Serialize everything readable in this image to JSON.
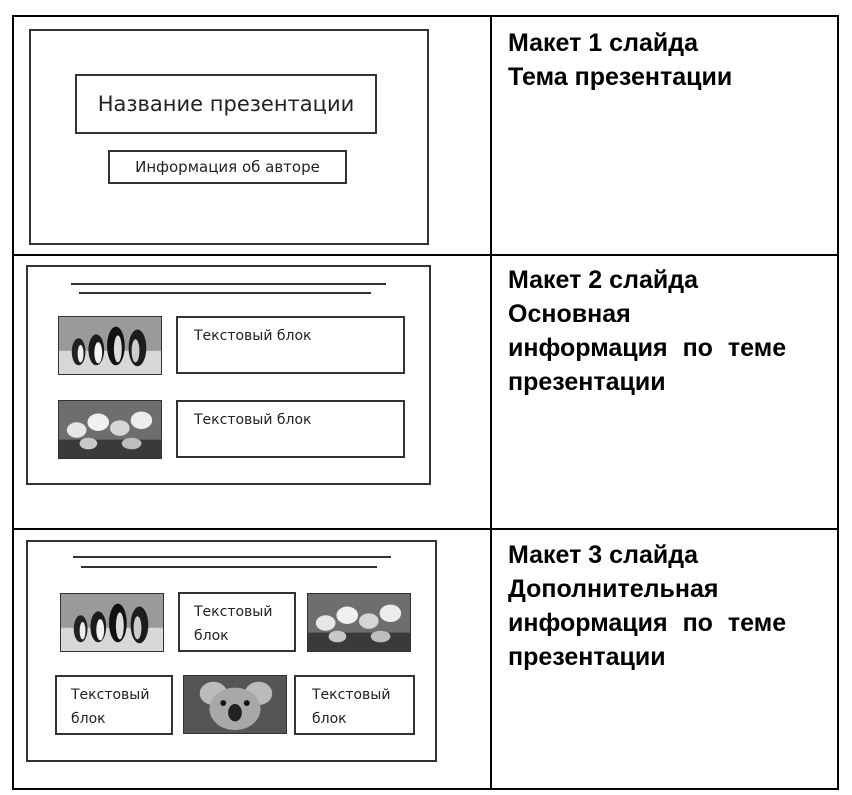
{
  "rows": [
    {
      "caption_lines": [
        "Макет 1 слайда",
        "Тема презентации"
      ],
      "slide": {
        "title_box": "Название презентации",
        "author_box": "Информация об авторе"
      }
    },
    {
      "caption_lines": [
        "Макет 2 слайда",
        "Основная",
        "информация по теме",
        "презентации"
      ],
      "slide": {
        "text_block_1": "Текстовый блок",
        "text_block_2": "Текстовый блок",
        "images": [
          "penguins-photo",
          "tulips-photo"
        ]
      }
    },
    {
      "caption_lines": [
        "Макет 3 слайда",
        "Дополнительная",
        "информация по теме",
        "презентации"
      ],
      "slide": {
        "text_block_top_line1": "Текстовый",
        "text_block_top_line2": "блок",
        "text_block_left_line1": "Текстовый",
        "text_block_left_line2": "блок",
        "text_block_right_line1": "Текстовый",
        "text_block_right_line2": "блок",
        "images": [
          "penguins-photo",
          "tulips-photo",
          "koala-photo"
        ]
      }
    }
  ]
}
